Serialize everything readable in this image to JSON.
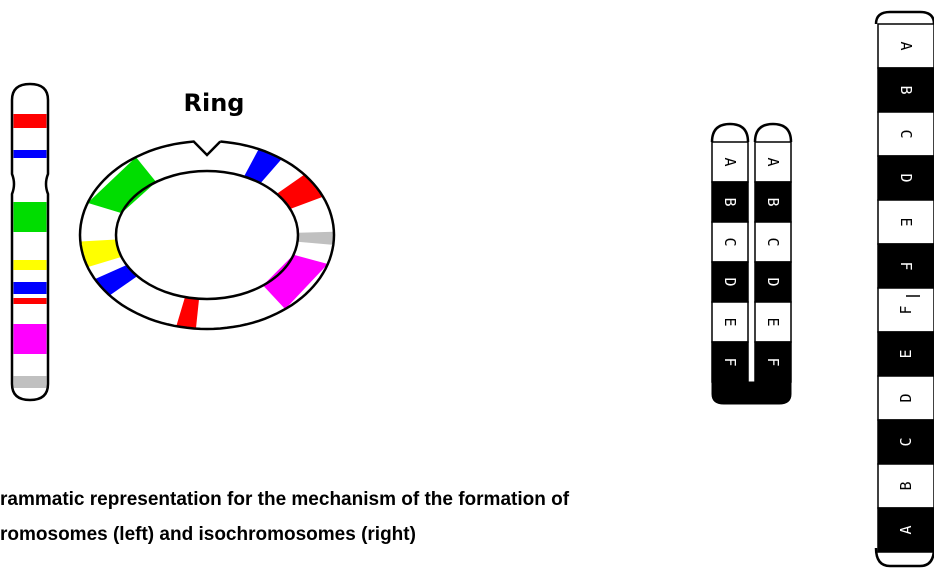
{
  "ring_label": "Ring",
  "colors": {
    "red": "#ff0000",
    "blue": "#0000ff",
    "green": "#00dd00",
    "yellow": "#ffff00",
    "magenta": "#ff00ff",
    "gray": "#c0c0c0",
    "black": "#000000",
    "white": "#ffffff"
  },
  "isochromosome_pair": {
    "left_arm_genes": [
      "A",
      "B",
      "C",
      "D",
      "E",
      "F"
    ],
    "right_arm_genes": [
      "A",
      "B",
      "C",
      "D",
      "E",
      "F"
    ]
  },
  "isochromosome_tall": {
    "genes": [
      "A",
      "B",
      "C",
      "D",
      "E",
      "F",
      "F",
      "E",
      "D",
      "C",
      "B",
      "A"
    ]
  },
  "caption": {
    "line1": "rammatic representation for the mechanism of the formation of",
    "line2": "romosomes (left) and isochromosomes (right)"
  }
}
